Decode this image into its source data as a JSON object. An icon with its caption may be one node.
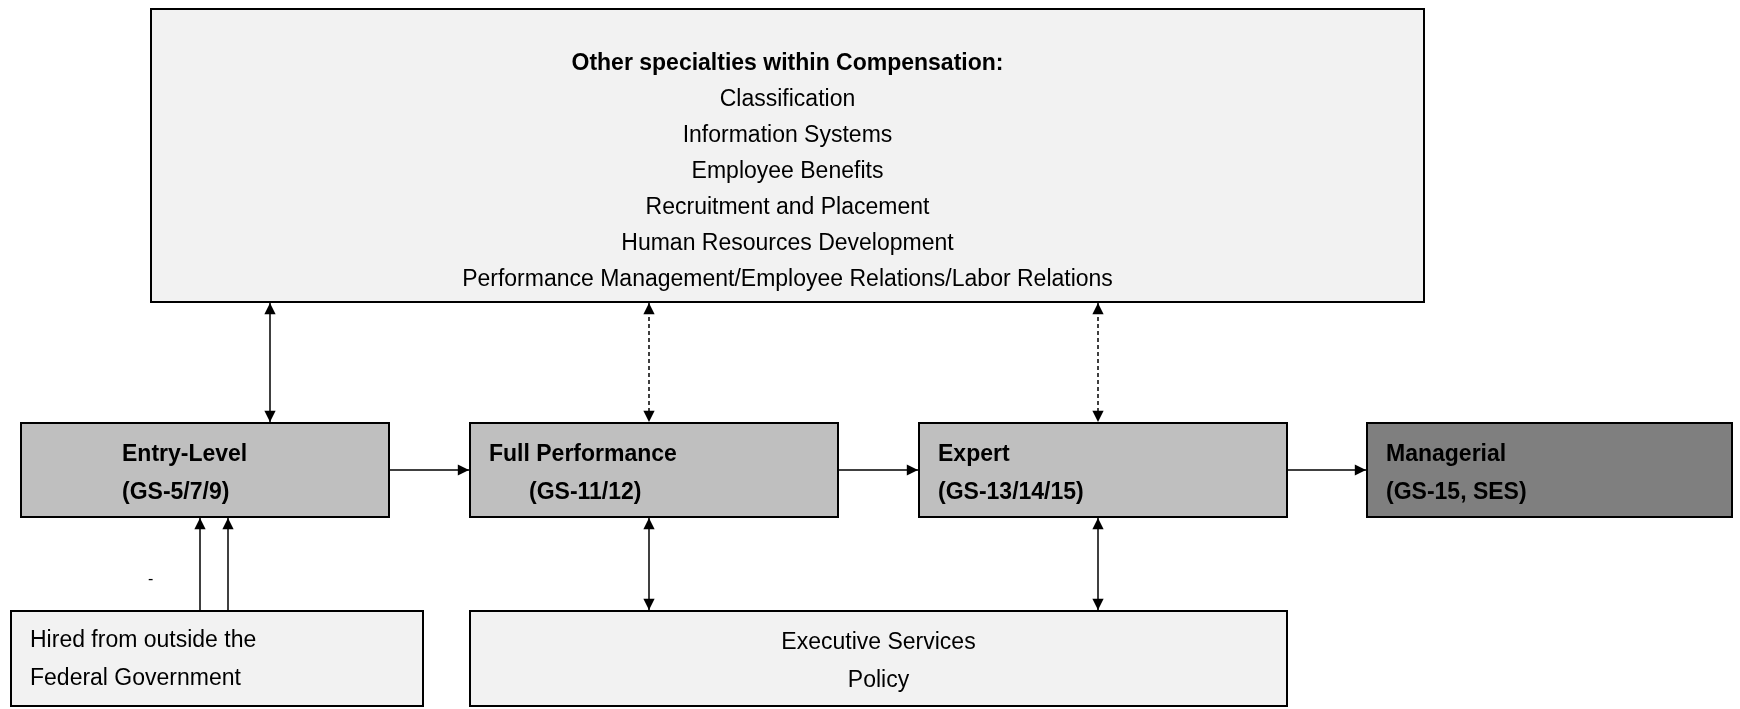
{
  "diagram": {
    "nodes": [
      {
        "text": [
          "Other specialties within Compensation:",
          "Classification",
          "Information Systems",
          "Employee Benefits",
          "Recruitment and Placement",
          "Human Resources Development",
          "Performance Management/Employee Relations/Labor Relations"
        ]
      },
      {
        "text": [
          "Entry-Level",
          "(GS-5/7/9)"
        ]
      },
      {
        "text": [
          "Full Performance",
          "(GS-11/12)"
        ]
      },
      {
        "text": [
          "Expert",
          "(GS-13/14/15)"
        ]
      },
      {
        "text": [
          "Managerial",
          "(GS-15, SES)"
        ]
      },
      {
        "text": [
          "Hired from outside the Federal Government"
        ]
      },
      {
        "text": [
          "Executive Services",
          "Policy"
        ]
      }
    ],
    "edges": [
      {
        "from": 0,
        "to": 1,
        "arrow": "both"
      },
      {
        "from": 0,
        "to": 2,
        "arrow": "both",
        "style": "dashed"
      },
      {
        "from": 0,
        "to": 3,
        "arrow": "both",
        "style": "dashed"
      },
      {
        "from": 1,
        "to": 2,
        "arrow": "to"
      },
      {
        "from": 2,
        "to": 3,
        "arrow": "to"
      },
      {
        "from": 3,
        "to": 4,
        "arrow": "to"
      },
      {
        "from": 2,
        "to": 6,
        "arrow": "both"
      },
      {
        "from": 3,
        "to": 6,
        "arrow": "both"
      },
      {
        "from": 5,
        "to": 1,
        "arrow": "to"
      },
      {
        "from": 5,
        "to": 1,
        "arrow": "to"
      }
    ],
    "labels": [
      "-"
    ]
  }
}
